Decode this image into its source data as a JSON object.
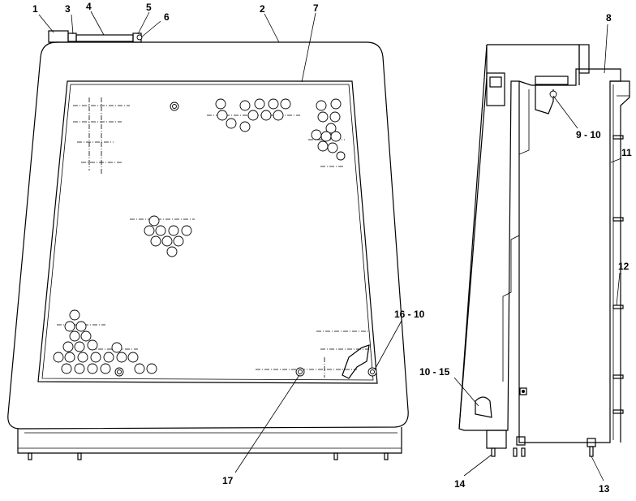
{
  "callouts": [
    {
      "id": "c1",
      "label": "1"
    },
    {
      "id": "c3",
      "label": "3"
    },
    {
      "id": "c4",
      "label": "4"
    },
    {
      "id": "c5",
      "label": "5"
    },
    {
      "id": "c6",
      "label": "6"
    },
    {
      "id": "c2",
      "label": "2"
    },
    {
      "id": "c7",
      "label": "7"
    },
    {
      "id": "c8",
      "label": "8"
    },
    {
      "id": "c9",
      "label": "9 - 10"
    },
    {
      "id": "c11",
      "label": "11"
    },
    {
      "id": "c12",
      "label": "12"
    },
    {
      "id": "c16",
      "label": "16 - 10"
    },
    {
      "id": "c1015",
      "label": "10 - 15"
    },
    {
      "id": "c17",
      "label": "17"
    },
    {
      "id": "c14",
      "label": "14"
    },
    {
      "id": "c13",
      "label": "13"
    }
  ]
}
